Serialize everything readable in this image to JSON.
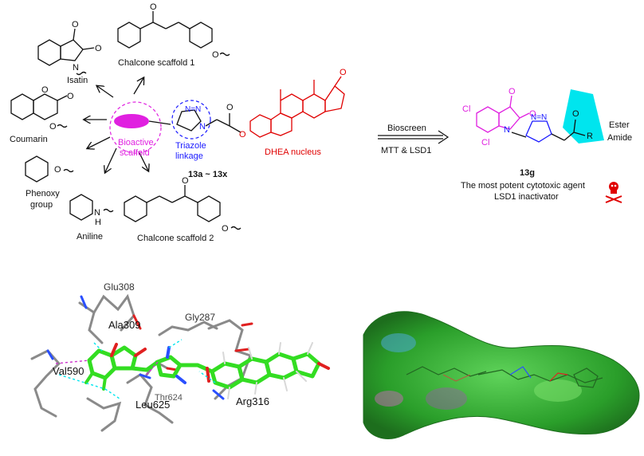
{
  "scaffolds": {
    "chalcone1": "Chalcone scaffold 1",
    "isatin": "Isatin",
    "coumarin": "Coumarin",
    "phenoxy_l1": "Phenoxy",
    "phenoxy_l2": "group",
    "aniline": "Aniline",
    "chalcone2": "Chalcone scaffold 2"
  },
  "core": {
    "bioactive_l1": "Bioactive",
    "bioactive_l2": "scaffold",
    "triazole_l1": "Triazole",
    "triazole_l2": "linkage",
    "dhea": "DHEA nucleus",
    "series": "13a ~ 13x"
  },
  "arrow": {
    "top": "Bioscreen",
    "bottom": "MTT & LSD1"
  },
  "product": {
    "id": "13g",
    "desc1": "The most potent cytotoxic agent",
    "desc2": "LSD1 inactivator",
    "ester": "Ester",
    "amide": "Amide"
  },
  "atoms": {
    "O": "O",
    "N": "N",
    "NH": "H",
    "Cl": "Cl",
    "R": "R",
    "N3": "N=N"
  },
  "residues": {
    "glu308": "Glu308",
    "ala309": "Ala309",
    "gly287": "Gly287",
    "val590": "Val590",
    "thr624": "Thr624",
    "leu625": "Leu625",
    "arg316": "Arg316"
  },
  "colors": {
    "magenta": "#e020e0",
    "red": "#e00000",
    "blue": "#1a1aff",
    "cyan": "#00e5ee",
    "green_ligand": "#33dd22",
    "surface_green": "#2fb52f"
  }
}
